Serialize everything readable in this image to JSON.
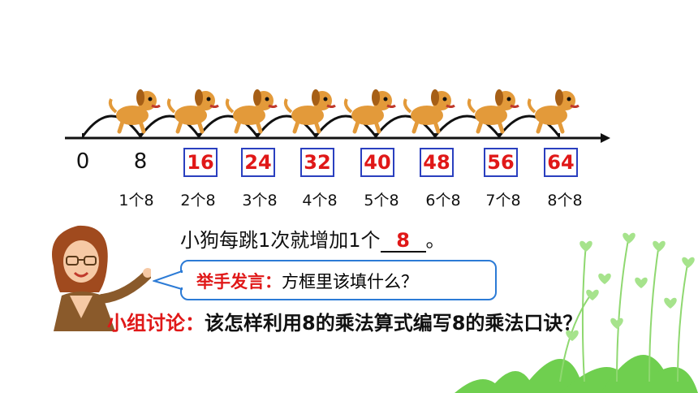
{
  "number_line": {
    "start_labels": [
      "0",
      "8"
    ],
    "answers": [
      "16",
      "24",
      "32",
      "40",
      "48",
      "56",
      "64"
    ],
    "group_labels": [
      "1个8",
      "2个8",
      "3个8",
      "4个8",
      "5个8",
      "6个8",
      "7个8",
      "8个8"
    ]
  },
  "sentence": {
    "prefix": "小狗每跳1次就增加1个",
    "blank_value": "8",
    "suffix": "。"
  },
  "prompt": {
    "tag": "举手发言：",
    "question": "方框里该填什么？"
  },
  "discussion": {
    "tag": "小组讨论：",
    "text": "该怎样利用8的乘法算式编写8的乘法口诀？"
  },
  "colors": {
    "accent_red": "#e01818",
    "box_border": "#2a3fbf",
    "bubble_border": "#2c7bd6",
    "dog": "#e39a3a"
  }
}
